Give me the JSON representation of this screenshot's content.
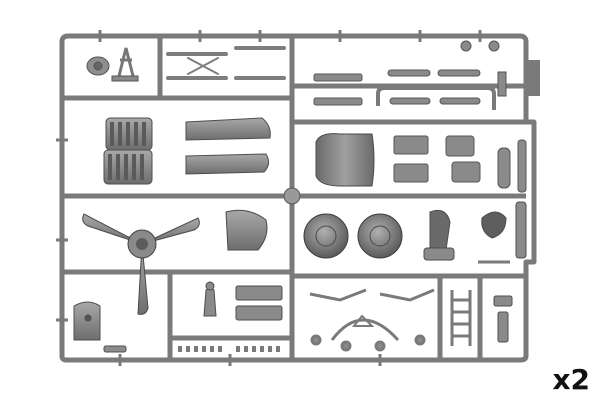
{
  "quantity_label": "x2",
  "colors": {
    "plastic": "#8e8e8e",
    "plastic_dark": "#5e5e5e",
    "plastic_light": "#b4b4b4",
    "runner": "#777777",
    "background": "#ffffff",
    "label": "#111111"
  },
  "icons": {
    "sprue_frame": "sprue-frame",
    "propeller": "propeller-part",
    "engine": "engine-block-part",
    "wheel": "landing-wheel-part",
    "cowling": "engine-cowling-part",
    "ladder": "ladder-part"
  }
}
